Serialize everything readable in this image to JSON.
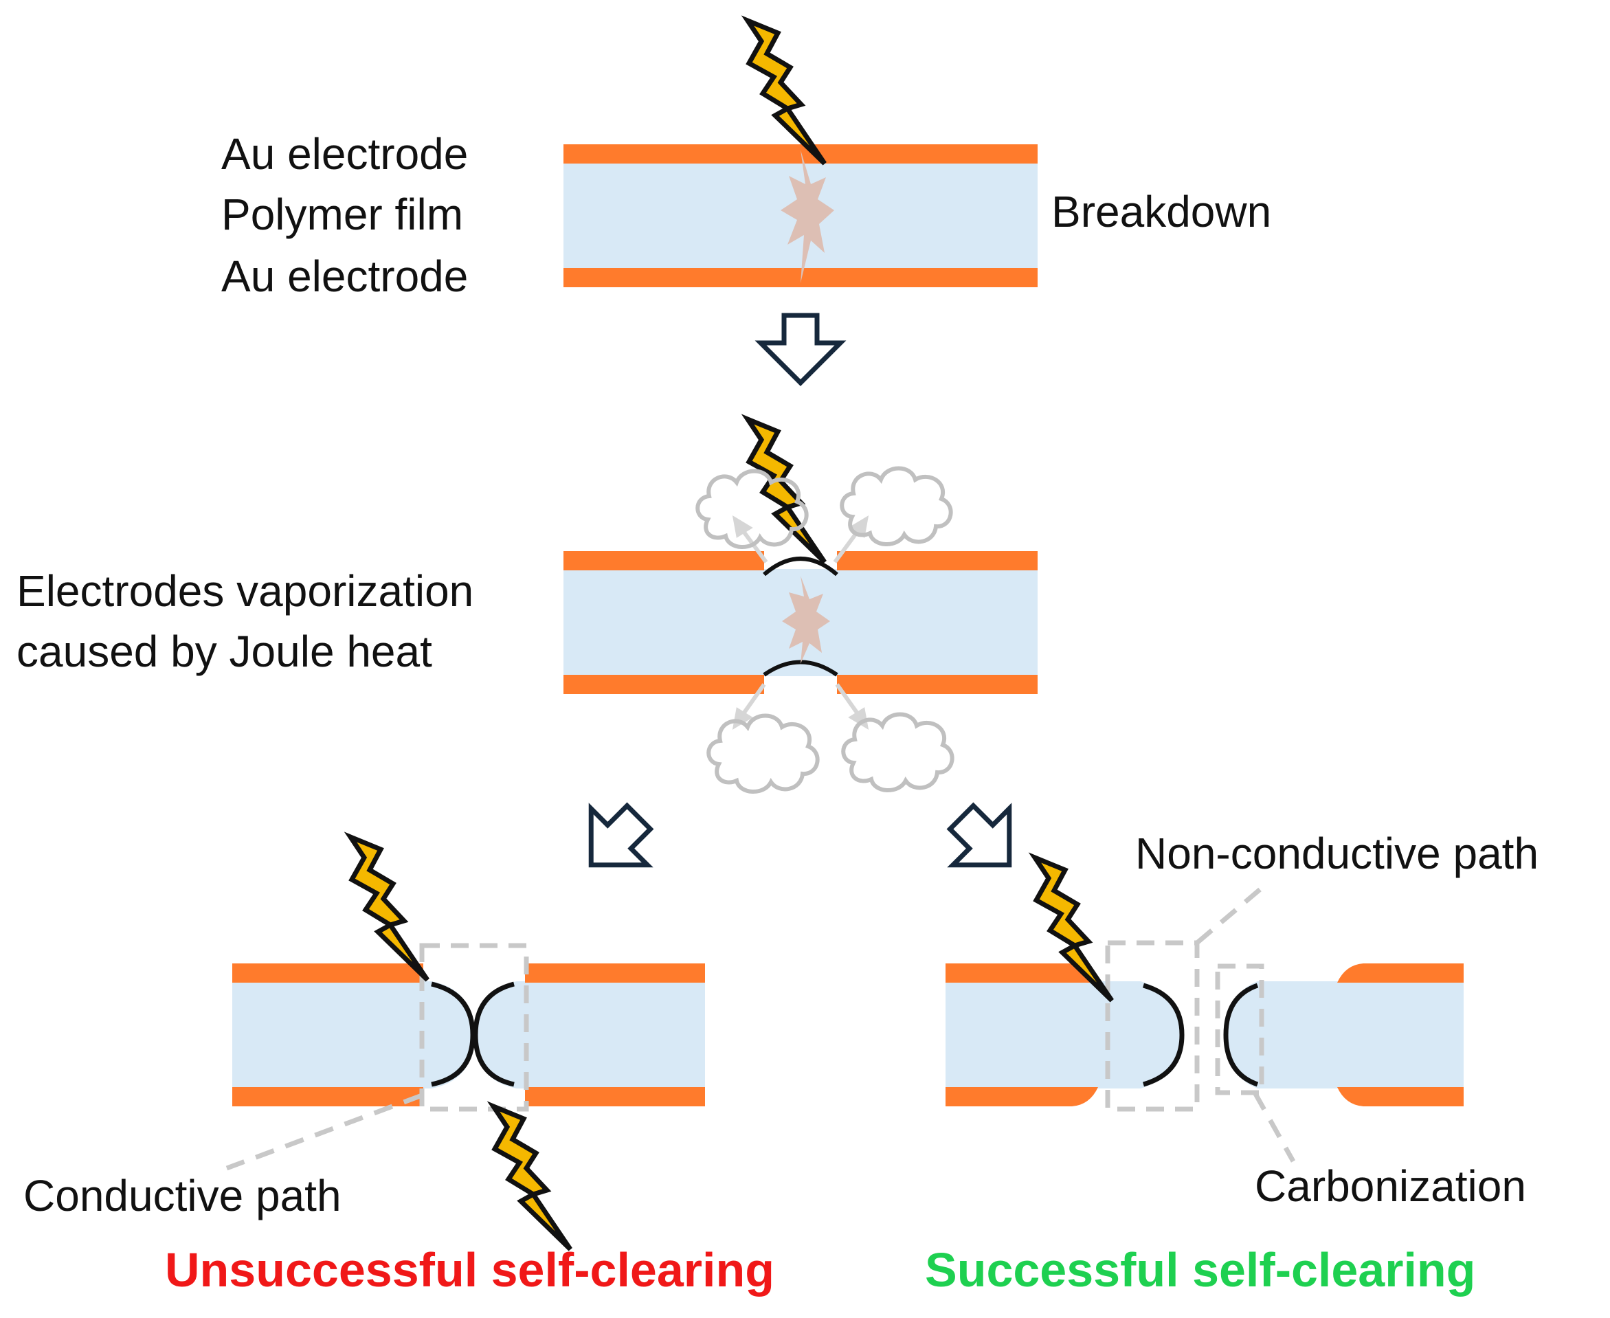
{
  "labels": {
    "au_electrode_top": "Au electrode",
    "polymer_film": "Polymer film",
    "au_electrode_bottom": "Au electrode",
    "breakdown": "Breakdown",
    "vaporization_line1": "Electrodes vaporization",
    "vaporization_line2": "caused by Joule heat",
    "non_conductive_path": "Non-conductive path",
    "conductive_path": "Conductive path",
    "carbonization": "Carbonization"
  },
  "outcomes": {
    "unsuccessful": "Unsuccessful self-clearing",
    "successful": "Successful self-clearing"
  },
  "colors": {
    "electrode": "#FF7B2C",
    "polymer": "#D8E9F6",
    "breakdown_spot": "#DDBFB4",
    "bolt_fill": "#F5B800",
    "arrow_outline": "#16283C",
    "dashed_box": "#C8C8C8",
    "cloud": "#C0C0C0",
    "unsuccessful": "#F01818",
    "successful": "#1ED050"
  }
}
